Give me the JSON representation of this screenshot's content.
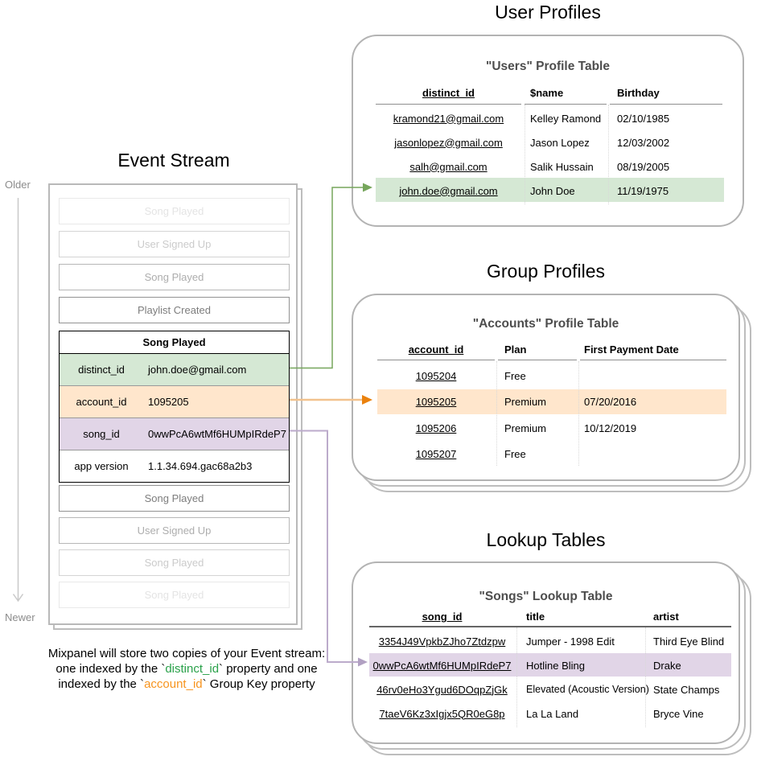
{
  "event_stream": {
    "title": "Event Stream",
    "older_label": "Older",
    "newer_label": "Newer",
    "events_before": [
      "Song Played",
      "User Signed Up",
      "Song Played",
      "Playlist Created"
    ],
    "focused_event": {
      "name": "Song Played",
      "properties": [
        {
          "key": "distinct_id",
          "value": "john.doe@gmail.com"
        },
        {
          "key": "account_id",
          "value": "1095205"
        },
        {
          "key": "song_id",
          "value": "0wwPcA6wtMf6HUMpIRdeP7"
        },
        {
          "key": "app version",
          "value": "1.1.34.694.gac68a2b3"
        }
      ]
    },
    "events_after": [
      "Song Played",
      "User Signed Up",
      "Song Played",
      "Song Played"
    ]
  },
  "user_profiles": {
    "title": "User Profiles",
    "table_title": "\"Users\" Profile Table",
    "columns": [
      "distinct_id",
      "$name",
      "Birthday"
    ],
    "rows": [
      [
        "kramond21@gmail.com",
        "Kelley Ramond",
        "02/10/1985"
      ],
      [
        "jasonlopez@gmail.com",
        "Jason Lopez",
        "12/03/2002"
      ],
      [
        "salh@gmail.com",
        "Salik Hussain",
        "08/19/2005"
      ],
      [
        "john.doe@gmail.com",
        "John Doe",
        "11/19/1975"
      ]
    ],
    "highlighted_row_index": 3
  },
  "group_profiles": {
    "title": "Group Profiles",
    "table_title": "\"Accounts\" Profile Table",
    "columns": [
      "account_id",
      "Plan",
      "First Payment Date"
    ],
    "rows": [
      [
        "1095204",
        "Free",
        ""
      ],
      [
        "1095205",
        "Premium",
        "07/20/2016"
      ],
      [
        "1095206",
        "Premium",
        "10/12/2019"
      ],
      [
        "1095207",
        "Free",
        ""
      ]
    ],
    "highlighted_row_index": 1
  },
  "lookup_tables": {
    "title": "Lookup Tables",
    "table_title": "\"Songs\" Lookup Table",
    "columns": [
      "song_id",
      "title",
      "artist"
    ],
    "rows": [
      [
        "3354J49VpkbZJho7Ztdzpw",
        "Jumper - 1998 Edit",
        "Third Eye Blind"
      ],
      [
        "0wwPcA6wtMf6HUMpIRdeP7",
        "Hotline Bling",
        "Drake"
      ],
      [
        "46rv0eHo3Ygud6DOqpZjGk",
        "Elevated (Acoustic Version)",
        "State Champs"
      ],
      [
        "7taeV6Kz3xIgjx5QR0eG8p",
        "La La Land",
        "Bryce Vine"
      ]
    ],
    "highlighted_row_index": 1
  },
  "caption": {
    "line1": "Mixpanel will store two copies of your Event stream:",
    "line2_pre": "one indexed by the `",
    "line2_code": "distinct_id",
    "line2_post": "` property and one",
    "line3_pre": "indexed by the `",
    "line3_code": "account_id",
    "line3_post": "` Group Key property"
  },
  "colors": {
    "highlight_green": "#d5e8d4",
    "highlight_orange": "#ffe6cc",
    "highlight_purple": "#e1d5e7",
    "caption_green": "#2aa14a",
    "caption_orange": "#f7941e"
  },
  "connectors": {
    "distinct_id_link": {
      "line": "#76a65c",
      "head": "#76a65c"
    },
    "account_id_link": {
      "line": "#f2c28e",
      "head": "#ea810d"
    },
    "song_id_link": {
      "line": "#bcabcb",
      "head": "#b1a0c2"
    },
    "timeline": {
      "line": "#c9c9c9"
    }
  }
}
